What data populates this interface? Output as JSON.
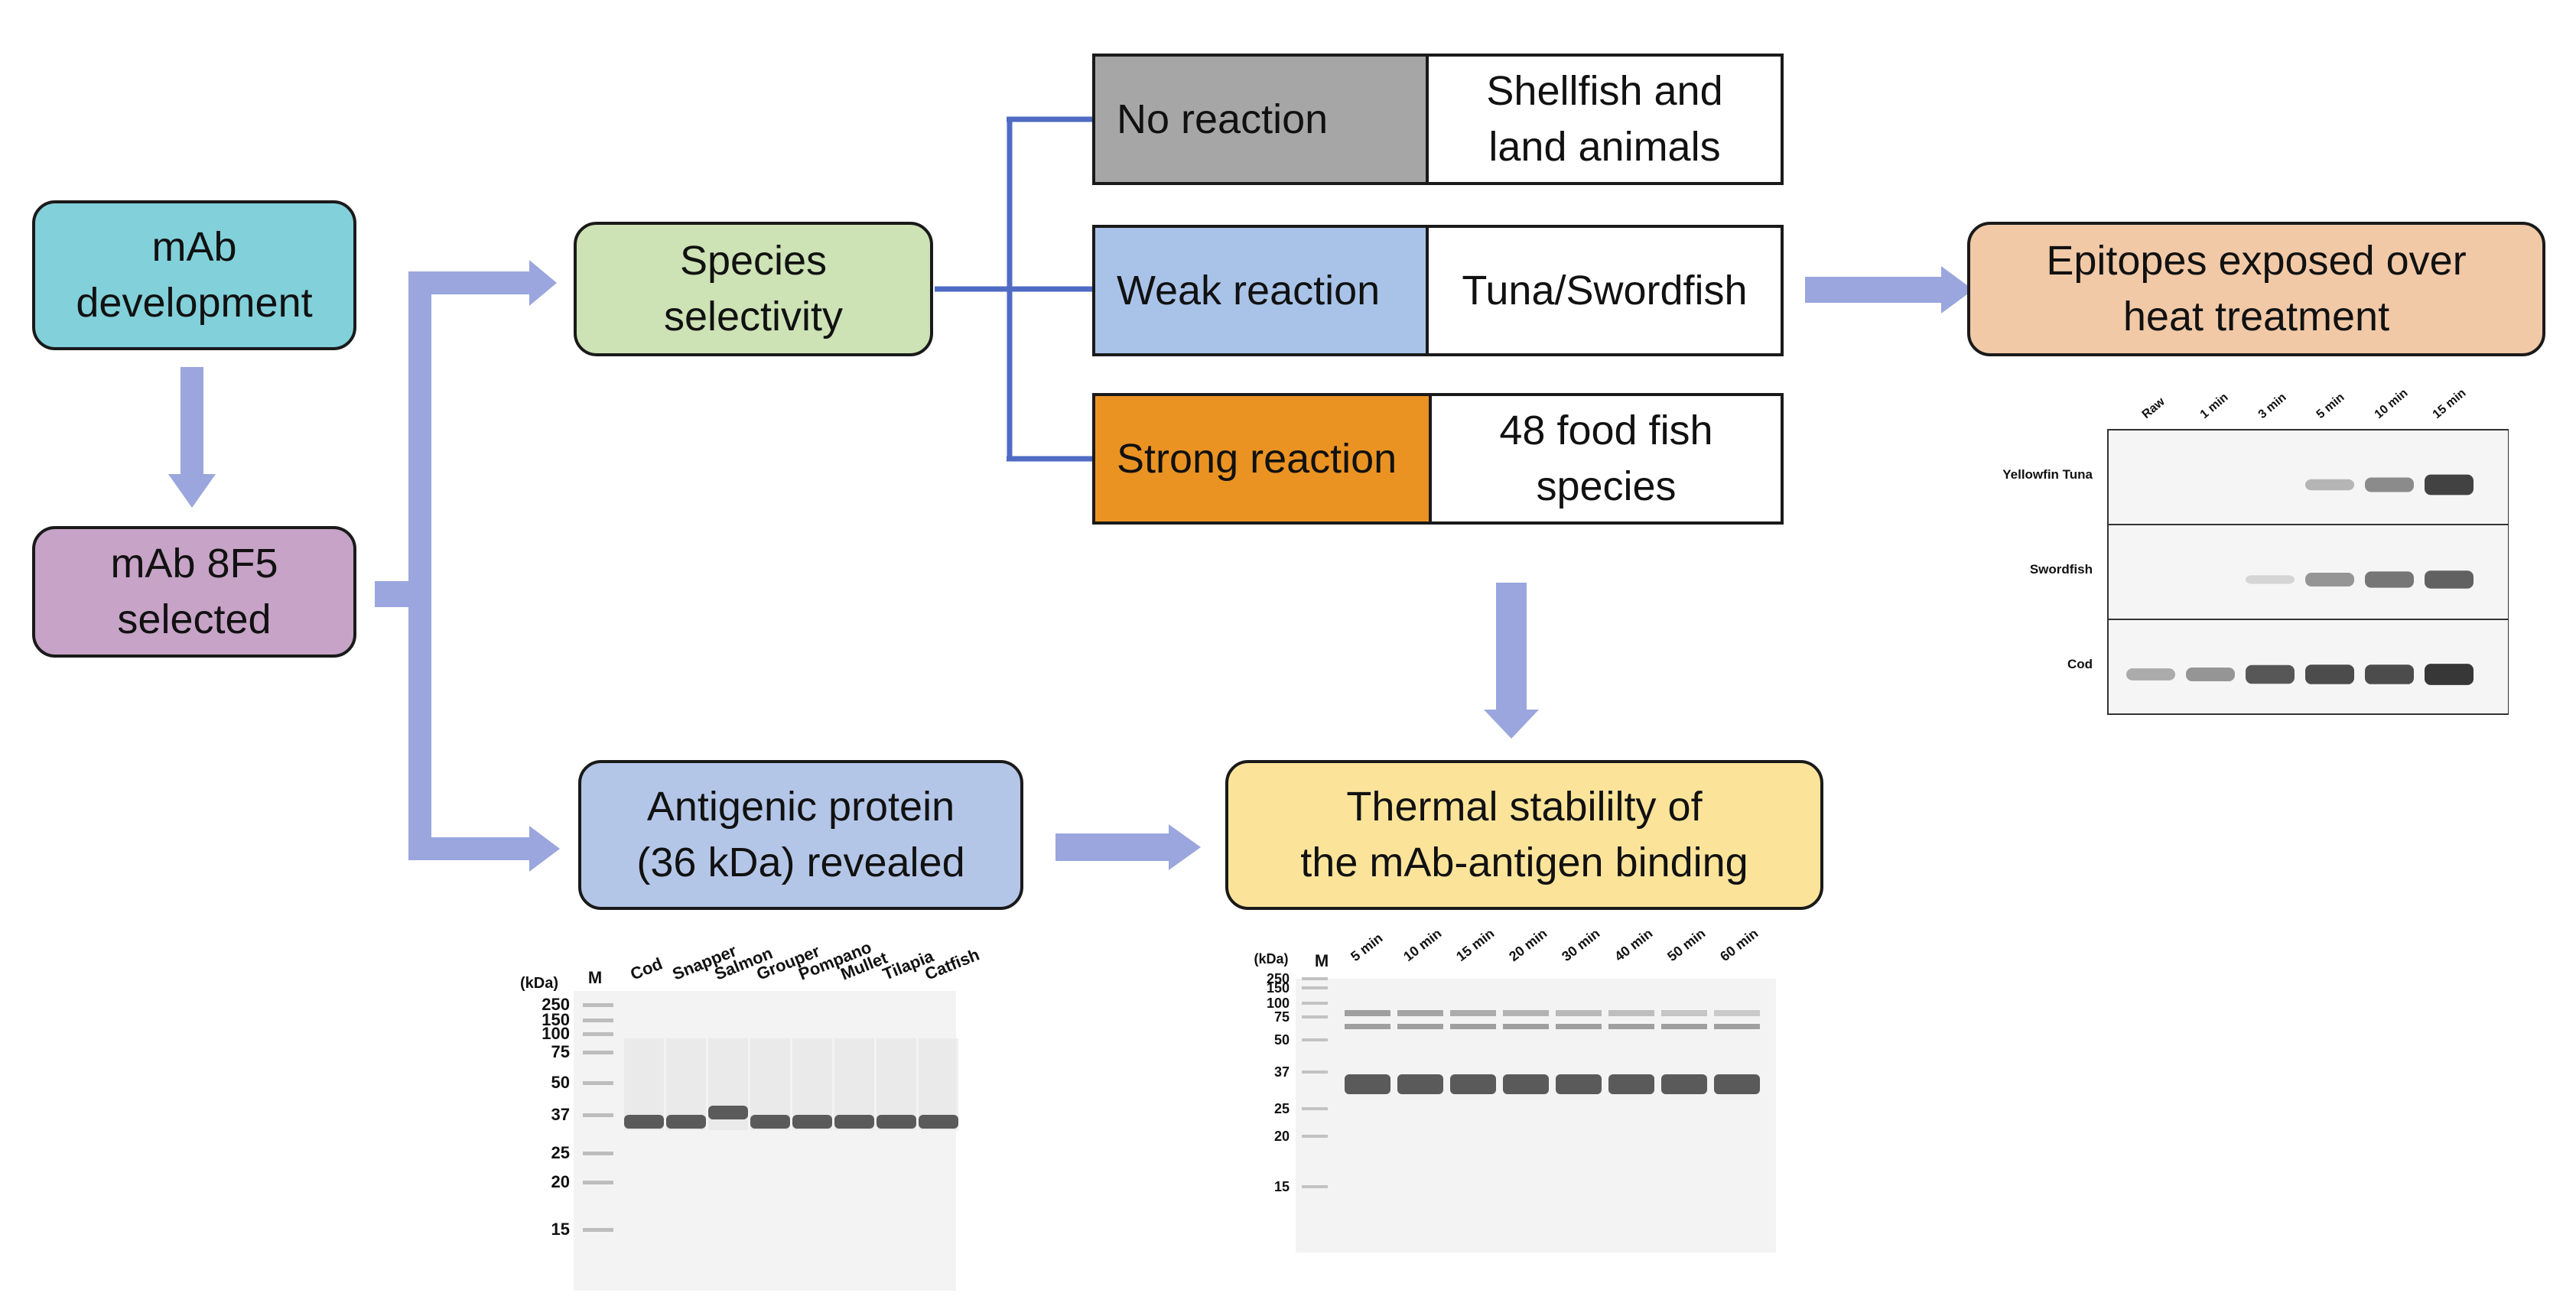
{
  "colors": {
    "arrow": "#9aa6dd",
    "tree_line": "#4f6bc4",
    "mab_development": "#82d0da",
    "mab_selected": "#c6a3c7",
    "species_selectivity": "#cde2b5",
    "antigenic_protein": "#b4c6e7",
    "thermal_stability": "#fbe49a",
    "epitopes": "#f1c9a7",
    "no_reaction": "#a6a6a6",
    "weak_reaction": "#a9c3e8",
    "strong_reaction": "#ea9323",
    "gel_background": "#f3f3f3",
    "band": "#5a5a5a"
  },
  "nodes": {
    "mab_development": "mAb\ndevelopment",
    "mab_selected": "mAb 8F5\nselected",
    "species_selectivity": "Species\nselectivity",
    "antigenic_protein": "Antigenic protein\n(36 kDa) revealed",
    "thermal_stability": "Thermal stabililty of\nthe mAb-antigen binding",
    "epitopes": "Epitopes exposed over\nheat treatment"
  },
  "reactions": [
    {
      "label": "No reaction",
      "result": "Shellfish and\nland animals"
    },
    {
      "label": "Weak reaction",
      "result": "Tuna/Swordfish"
    },
    {
      "label": "Strong reaction",
      "result": "48 food fish\nspecies"
    }
  ],
  "gel_species": {
    "kda_label": "(kDa)",
    "marker_label": "M",
    "ladder": [
      "250",
      "150",
      "100",
      "75",
      "50",
      "37",
      "25",
      "20",
      "15"
    ],
    "lanes": [
      "Cod",
      "Snapper",
      "Salmon",
      "Grouper",
      "Pompano",
      "Mullet",
      "Tilapia",
      "Catfish"
    ]
  },
  "gel_thermal": {
    "kda_label": "(kDa)",
    "marker_label": "M",
    "ladder": [
      "250",
      "150",
      "100",
      "75",
      "50",
      "37",
      "25",
      "20",
      "15"
    ],
    "lanes": [
      "5 min",
      "10 min",
      "15 min",
      "20 min",
      "30 min",
      "40 min",
      "50 min",
      "60 min"
    ]
  },
  "blot_heat": {
    "lanes": [
      "Raw",
      "1 min",
      "3 min",
      "5 min",
      "10 min",
      "15 min"
    ],
    "rows": [
      "Yellowfin Tuna",
      "Swordfish",
      "Cod"
    ],
    "intensity": [
      [
        0,
        0,
        0,
        0.3,
        0.5,
        0.85
      ],
      [
        0,
        0,
        0.15,
        0.45,
        0.6,
        0.7
      ],
      [
        0.35,
        0.45,
        0.75,
        0.8,
        0.8,
        0.9
      ]
    ]
  }
}
